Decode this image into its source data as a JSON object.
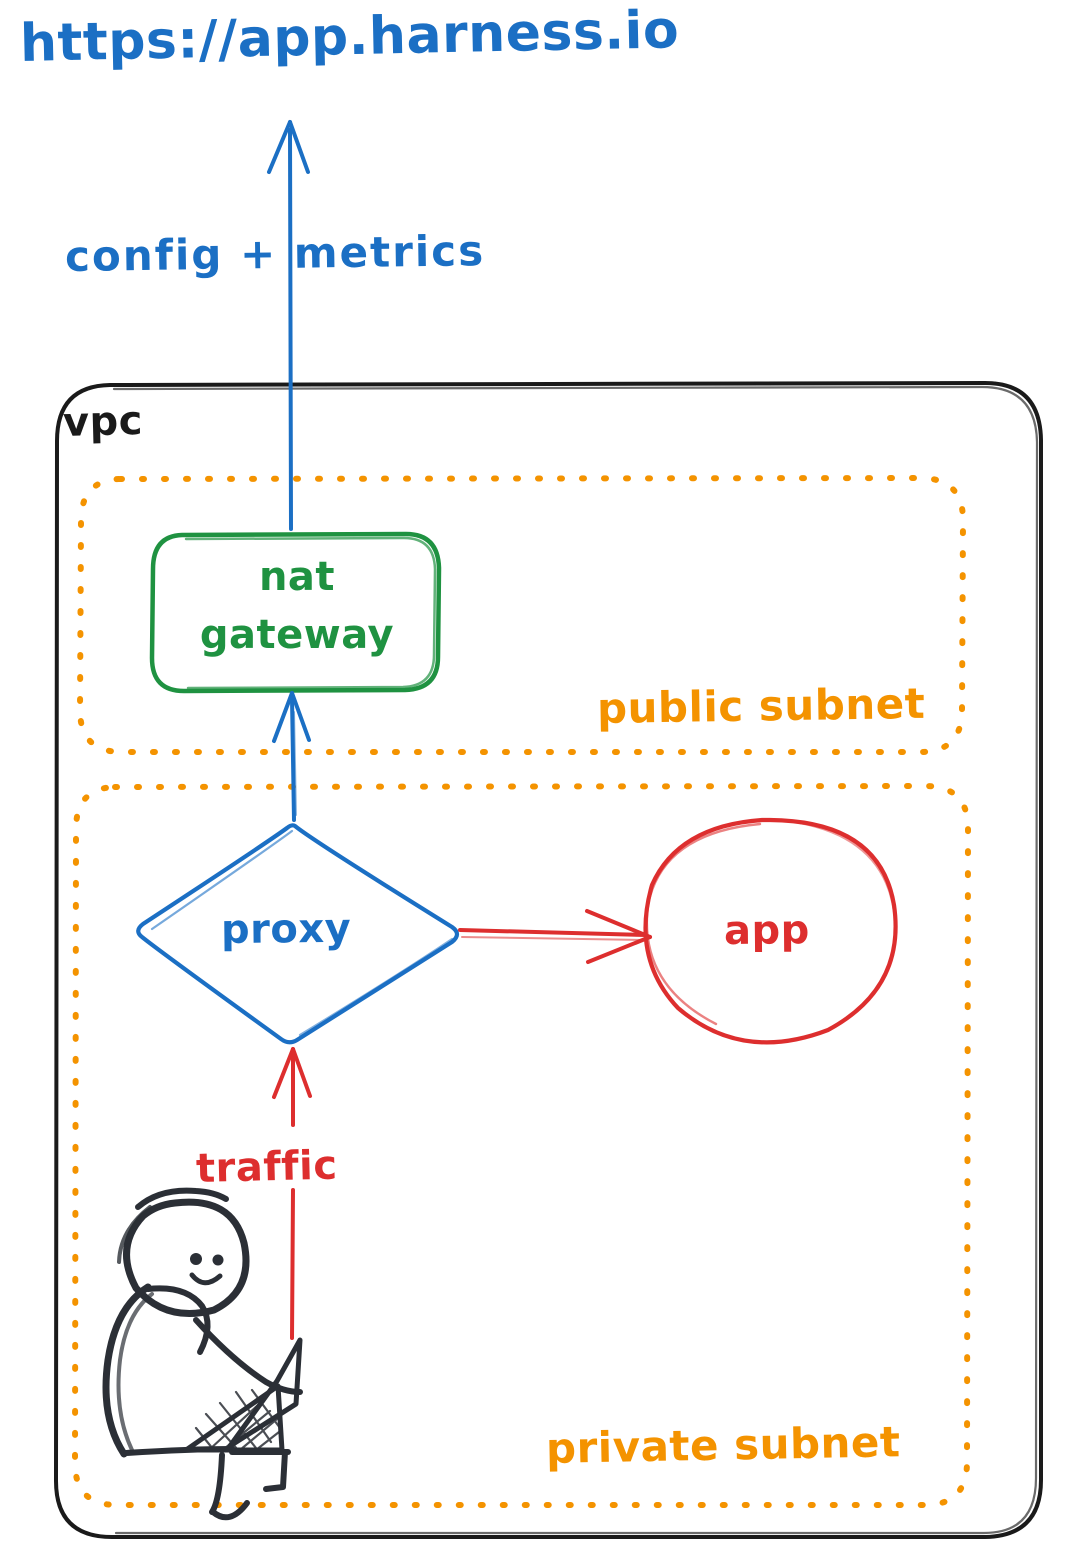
{
  "diagram": {
    "title": "harness-vpc-network-architecture",
    "style": "hand-drawn-sketch",
    "background": "#ffffff"
  },
  "colors": {
    "blue": "#1b6fc4",
    "green": "#1f9241",
    "orange": "#f49300",
    "red": "#dd2e2e",
    "black": "#1a1a1a"
  },
  "labels": {
    "url": "https://app.harness.io",
    "config_metrics": "config + metrics",
    "vpc": "vpc",
    "nat_gateway_line1": "nat",
    "nat_gateway_line2": "gateway",
    "public_subnet": "public subnet",
    "private_subnet": "private subnet",
    "proxy": "proxy",
    "app": "app",
    "traffic": "traffic"
  },
  "nodes": [
    {
      "id": "nat-gateway",
      "label": "nat gateway",
      "shape": "rounded-rect",
      "color": "#1f9241",
      "container": "public subnet"
    },
    {
      "id": "proxy",
      "label": "proxy",
      "shape": "diamond",
      "color": "#1b6fc4",
      "container": "private subnet"
    },
    {
      "id": "app",
      "label": "app",
      "shape": "ellipse",
      "color": "#dd2e2e",
      "container": "private subnet"
    },
    {
      "id": "user",
      "label": "person-with-laptop",
      "shape": "stick-figure",
      "color": "#2b2f36",
      "container": "private subnet"
    }
  ],
  "containers": [
    {
      "id": "vpc",
      "label": "vpc",
      "border": "solid",
      "color": "#1a1a1a"
    },
    {
      "id": "public-subnet",
      "label": "public subnet",
      "border": "dotted",
      "color": "#f49300"
    },
    {
      "id": "private-subnet",
      "label": "private subnet",
      "border": "dotted",
      "color": "#f49300"
    }
  ],
  "edges": [
    {
      "from": "nat-gateway",
      "to": "https://app.harness.io",
      "label": "config + metrics",
      "color": "#1b6fc4",
      "direction": "up"
    },
    {
      "from": "proxy",
      "to": "nat-gateway",
      "label": "",
      "color": "#1b6fc4",
      "direction": "up"
    },
    {
      "from": "proxy",
      "to": "app",
      "label": "",
      "color": "#dd2e2e",
      "direction": "right"
    },
    {
      "from": "user",
      "to": "proxy",
      "label": "traffic",
      "color": "#dd2e2e",
      "direction": "up"
    }
  ]
}
